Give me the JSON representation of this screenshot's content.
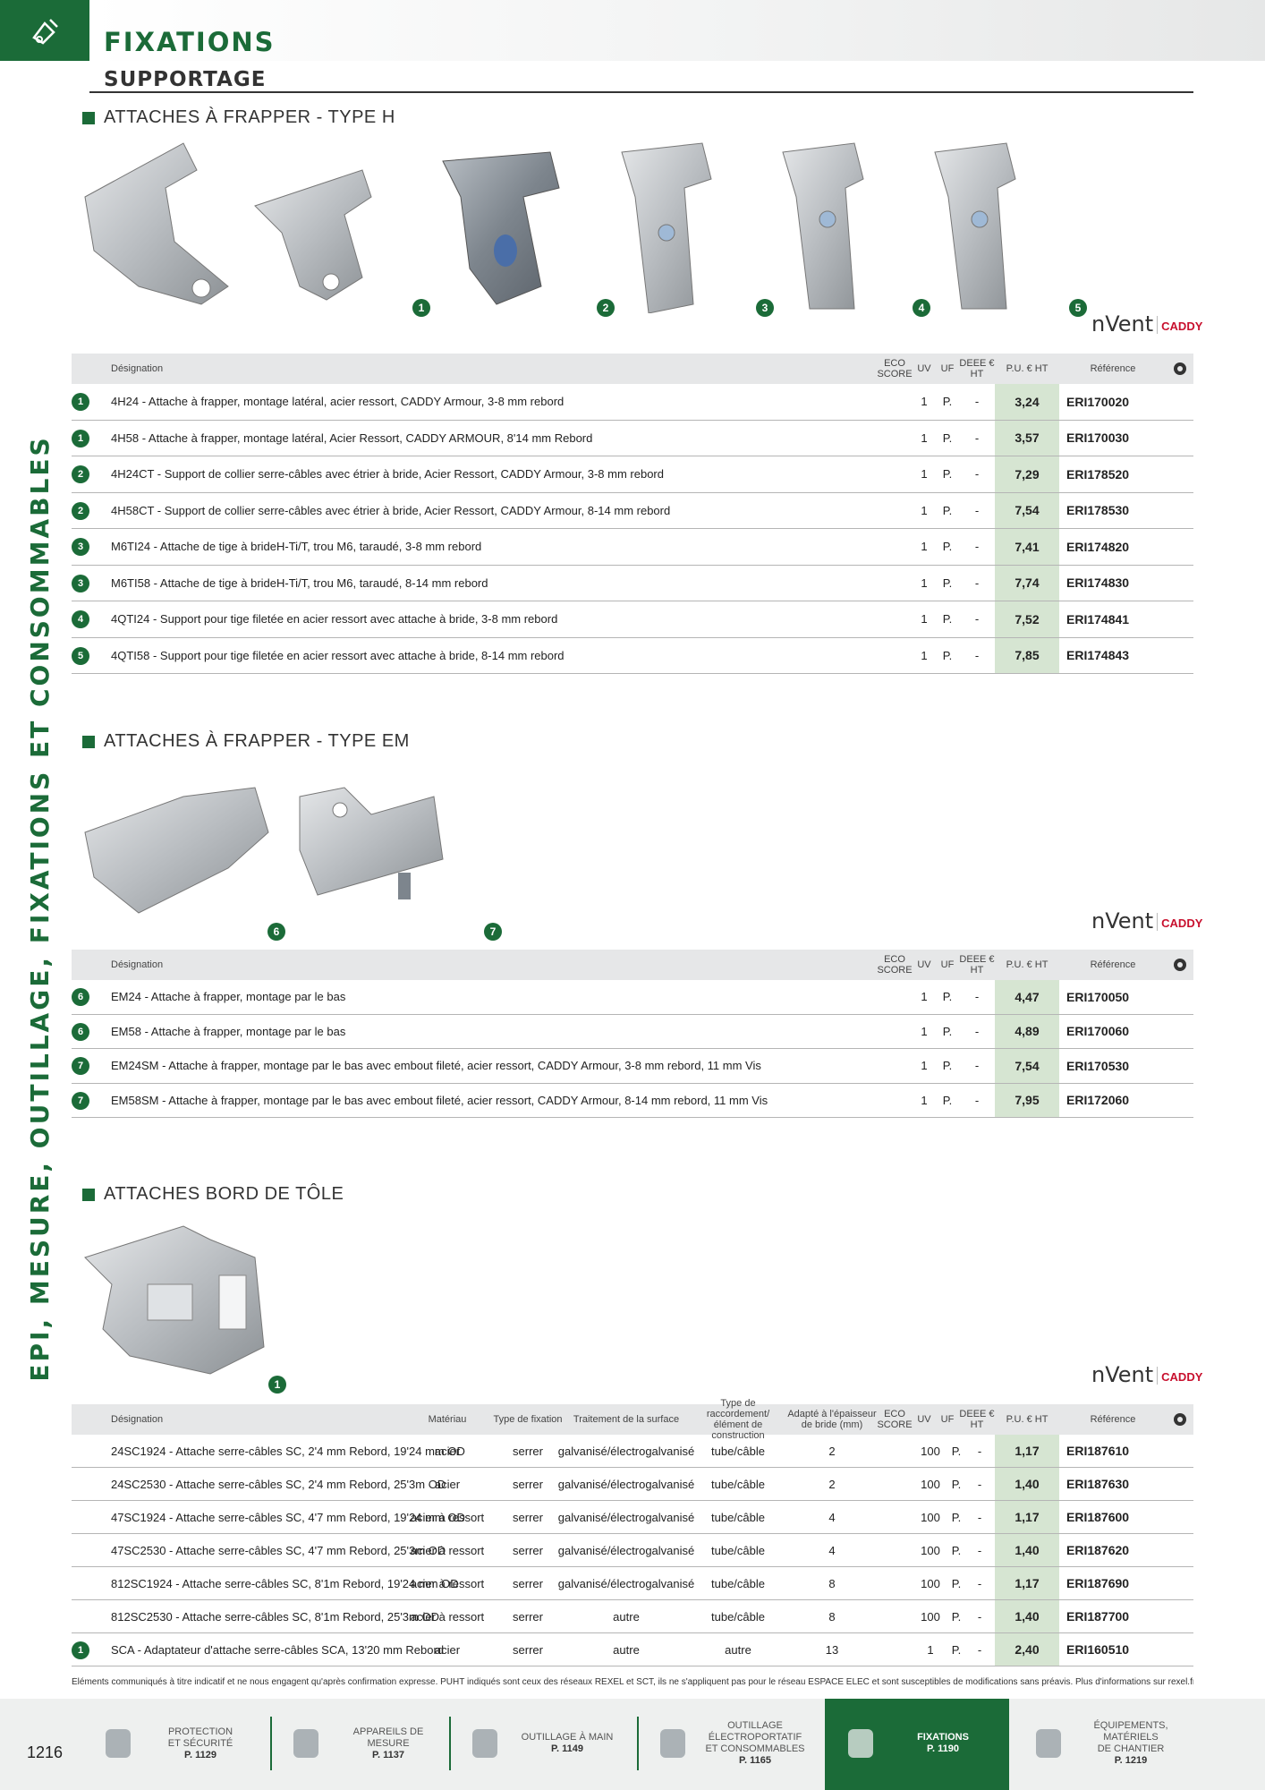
{
  "header": {
    "title": "FIXATIONS",
    "subtitle": "SUPPORTAGE"
  },
  "side_title": "EPI, MESURE, OUTILLAGE, FIXATIONS ET CONSOMMABLES",
  "brand": {
    "name": "nVent",
    "sub": "CADDY"
  },
  "columns": {
    "designation": "Désignation",
    "eco": "ECO SCORE",
    "uv": "UV",
    "uf": "UF",
    "deee": "DEEE € HT",
    "price": "P.U. € HT",
    "ref": "Référence",
    "materiau": "Matériau",
    "fixation": "Type de fixation",
    "traitement": "Traitement de la surface",
    "raccord": "Type de raccordement/ élément de construction",
    "epaisseur": "Adapté à l'épaisseur de bride (mm)"
  },
  "section1": {
    "title": "ATTACHES À FRAPPER - TYPE H",
    "rows": [
      {
        "n": "1",
        "designation": "4H24 - Attache à frapper, montage latéral, acier ressort, CADDY Armour, 3-8 mm rebord",
        "uv": "1",
        "uf": "P.",
        "deee": "-",
        "price": "3,24",
        "ref": "ERI170020"
      },
      {
        "n": "1",
        "designation": "4H58 - Attache à frapper, montage latéral, Acier Ressort, CADDY ARMOUR, 8'14 mm Rebord",
        "uv": "1",
        "uf": "P.",
        "deee": "-",
        "price": "3,57",
        "ref": "ERI170030"
      },
      {
        "n": "2",
        "designation": "4H24CT - Support de collier serre-câbles avec étrier à bride, Acier Ressort, CADDY Armour, 3-8 mm rebord",
        "uv": "1",
        "uf": "P.",
        "deee": "-",
        "price": "7,29",
        "ref": "ERI178520"
      },
      {
        "n": "2",
        "designation": "4H58CT - Support de collier serre-câbles avec étrier à bride, Acier Ressort, CADDY Armour, 8-14 mm rebord",
        "uv": "1",
        "uf": "P.",
        "deee": "-",
        "price": "7,54",
        "ref": "ERI178530"
      },
      {
        "n": "3",
        "designation": "M6TI24 - Attache de tige à brideH-Ti/T, trou M6, taraudé, 3-8 mm rebord",
        "uv": "1",
        "uf": "P.",
        "deee": "-",
        "price": "7,41",
        "ref": "ERI174820"
      },
      {
        "n": "3",
        "designation": "M6TI58 - Attache de tige à brideH-Ti/T, trou M6, taraudé, 8-14 mm rebord",
        "uv": "1",
        "uf": "P.",
        "deee": "-",
        "price": "7,74",
        "ref": "ERI174830"
      },
      {
        "n": "4",
        "designation": "4QTI24 - Support pour tige filetée en acier ressort avec attache à bride, 3-8 mm rebord",
        "uv": "1",
        "uf": "P.",
        "deee": "-",
        "price": "7,52",
        "ref": "ERI174841"
      },
      {
        "n": "5",
        "designation": "4QTI58 - Support pour tige filetée en acier ressort avec attache à bride, 8-14 mm rebord",
        "uv": "1",
        "uf": "P.",
        "deee": "-",
        "price": "7,85",
        "ref": "ERI174843"
      }
    ]
  },
  "section2": {
    "title": "ATTACHES À FRAPPER - TYPE EM",
    "rows": [
      {
        "n": "6",
        "designation": "EM24 - Attache à frapper, montage par le bas",
        "uv": "1",
        "uf": "P.",
        "deee": "-",
        "price": "4,47",
        "ref": "ERI170050"
      },
      {
        "n": "6",
        "designation": "EM58 - Attache à frapper, montage par le bas",
        "uv": "1",
        "uf": "P.",
        "deee": "-",
        "price": "4,89",
        "ref": "ERI170060"
      },
      {
        "n": "7",
        "designation": "EM24SM - Attache à frapper, montage par le bas avec embout fileté, acier ressort, CADDY Armour, 3-8 mm rebord, 11 mm Vis",
        "uv": "1",
        "uf": "P.",
        "deee": "-",
        "price": "7,54",
        "ref": "ERI170530"
      },
      {
        "n": "7",
        "designation": "EM58SM - Attache à frapper, montage par le bas avec embout fileté, acier ressort, CADDY Armour, 8-14 mm rebord, 11 mm Vis",
        "uv": "1",
        "uf": "P.",
        "deee": "-",
        "price": "7,95",
        "ref": "ERI172060"
      }
    ]
  },
  "section3": {
    "title": "ATTACHES BORD DE TÔLE",
    "rows": [
      {
        "n": "",
        "designation": "24SC1924 - Attache serre-câbles SC, 2'4 mm Rebord, 19'24 mm OD",
        "materiau": "acier",
        "fixation": "serrer",
        "traitement": "galvanisé/électrogalvanisé",
        "raccord": "tube/câble",
        "epaisseur": "2",
        "uv": "100",
        "uf": "P.",
        "deee": "-",
        "price": "1,17",
        "ref": "ERI187610"
      },
      {
        "n": "",
        "designation": "24SC2530 - Attache serre-câbles SC, 2'4 mm Rebord, 25'3m OD",
        "materiau": "acier",
        "fixation": "serrer",
        "traitement": "galvanisé/électrogalvanisé",
        "raccord": "tube/câble",
        "epaisseur": "2",
        "uv": "100",
        "uf": "P.",
        "deee": "-",
        "price": "1,40",
        "ref": "ERI187630"
      },
      {
        "n": "",
        "designation": "47SC1924 - Attache serre-câbles SC, 4'7 mm Rebord, 19'24 mm OD",
        "materiau": "acier à ressort",
        "fixation": "serrer",
        "traitement": "galvanisé/électrogalvanisé",
        "raccord": "tube/câble",
        "epaisseur": "4",
        "uv": "100",
        "uf": "P.",
        "deee": "-",
        "price": "1,17",
        "ref": "ERI187600"
      },
      {
        "n": "",
        "designation": "47SC2530 - Attache serre-câbles SC, 4'7 mm Rebord, 25'3m OD",
        "materiau": "acier à ressort",
        "fixation": "serrer",
        "traitement": "galvanisé/électrogalvanisé",
        "raccord": "tube/câble",
        "epaisseur": "4",
        "uv": "100",
        "uf": "P.",
        "deee": "-",
        "price": "1,40",
        "ref": "ERI187620"
      },
      {
        "n": "",
        "designation": "812SC1924 - Attache serre-câbles SC, 8'1m Rebord, 19'24 mm OD",
        "materiau": "acier à ressort",
        "fixation": "serrer",
        "traitement": "galvanisé/électrogalvanisé",
        "raccord": "tube/câble",
        "epaisseur": "8",
        "uv": "100",
        "uf": "P.",
        "deee": "-",
        "price": "1,17",
        "ref": "ERI187690"
      },
      {
        "n": "",
        "designation": "812SC2530 - Attache serre-câbles SC, 8'1m Rebord, 25'3m OD",
        "materiau": "acier à ressort",
        "fixation": "serrer",
        "traitement": "autre",
        "raccord": "tube/câble",
        "epaisseur": "8",
        "uv": "100",
        "uf": "P.",
        "deee": "-",
        "price": "1,40",
        "ref": "ERI187700"
      },
      {
        "n": "1",
        "designation": "SCA - Adaptateur d'attache serre-câbles SCA, 13'20 mm Rebord",
        "materiau": "acier",
        "fixation": "serrer",
        "traitement": "autre",
        "raccord": "autre",
        "epaisseur": "13",
        "uv": "1",
        "uf": "P.",
        "deee": "-",
        "price": "2,40",
        "ref": "ERI160510"
      }
    ]
  },
  "badges": {
    "b1": "1",
    "b2": "2",
    "b3": "3",
    "b4": "4",
    "b5": "5",
    "b6": "6",
    "b7": "7",
    "b8": "1"
  },
  "disclaimer": "Éléments communiqués à titre indicatif et ne nous engagent qu'après confirmation expresse. PUHT indiqués sont ceux des réseaux REXEL et SCT, ils ne s'appliquent pas pour le réseau ESPACE ELEC et sont susceptibles de modifications sans préavis. Plus d'informations sur rexel.fr. N.C=nous consulter.",
  "footer": {
    "page_number": "1216",
    "nav": [
      {
        "l1": "PROTECTION",
        "l2": "ET SÉCURITÉ",
        "page": "P. 1129"
      },
      {
        "l1": "APPAREILS DE MESURE",
        "l2": "",
        "page": "P. 1137"
      },
      {
        "l1": "OUTILLAGE À MAIN",
        "l2": "",
        "page": "P. 1149"
      },
      {
        "l1": "OUTILLAGE",
        "l2": "ÉLECTROPORTATIF ET CONSOMMABLES",
        "page": "P. 1165"
      },
      {
        "l1": "FIXATIONS",
        "l2": "",
        "page": "P. 1190"
      },
      {
        "l1": "ÉQUIPEMENTS, MATÉRIELS",
        "l2": "DE CHANTIER",
        "page": "P. 1219"
      }
    ]
  }
}
